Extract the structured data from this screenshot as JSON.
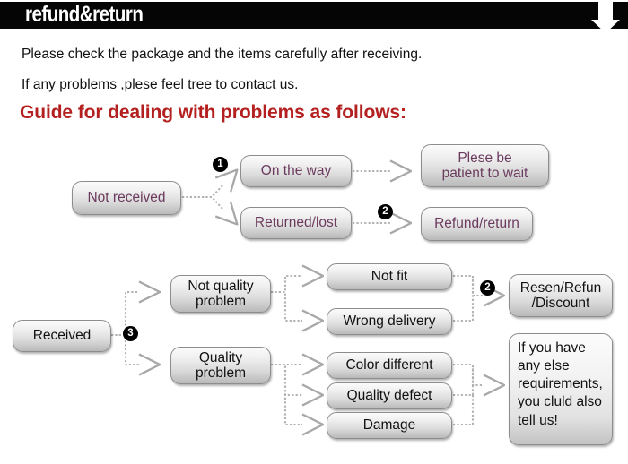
{
  "banner": {
    "title": "refund&return",
    "arrow_icon": "down-arrow-icon",
    "background_color": "#050505",
    "text_color": "#ffffff"
  },
  "intro": {
    "line1": "Please check the package and the items carefully after receiving.",
    "line2": "If any problems ,plese feel tree to contact us.",
    "guide_heading": "Guide for dealing with problems as follows:",
    "guide_color": "#b41f1f"
  },
  "flow_not_received": {
    "source": "Not received",
    "branches": [
      {
        "label": "On the way",
        "badge": "1",
        "result": "Plese be\npatient to wait"
      },
      {
        "label": "Returned/lost",
        "badge": "2",
        "result": "Refund/return"
      }
    ]
  },
  "flow_received": {
    "source": "Received",
    "badge": "3",
    "categories": [
      {
        "label": "Not quality\nproblem",
        "reasons": [
          "Not fit",
          "Wrong delivery"
        ]
      },
      {
        "label": "Quality\nproblem",
        "reasons": [
          "Color different",
          "Quality defect",
          "Damage"
        ]
      }
    ],
    "outcome": {
      "label": "Resen/Refun\n/Discount",
      "badge": "2"
    },
    "note": "If you have\nany else\nrequirements,\nyou cluld also\ntell us!"
  },
  "colors": {
    "box_text_purple": "#6b3a5e",
    "box_text_black": "#111111",
    "box_border": "#8d8d8d",
    "connector": "#b2b2b2",
    "accent_red": "#b41f1f",
    "banner_black": "#050505"
  }
}
